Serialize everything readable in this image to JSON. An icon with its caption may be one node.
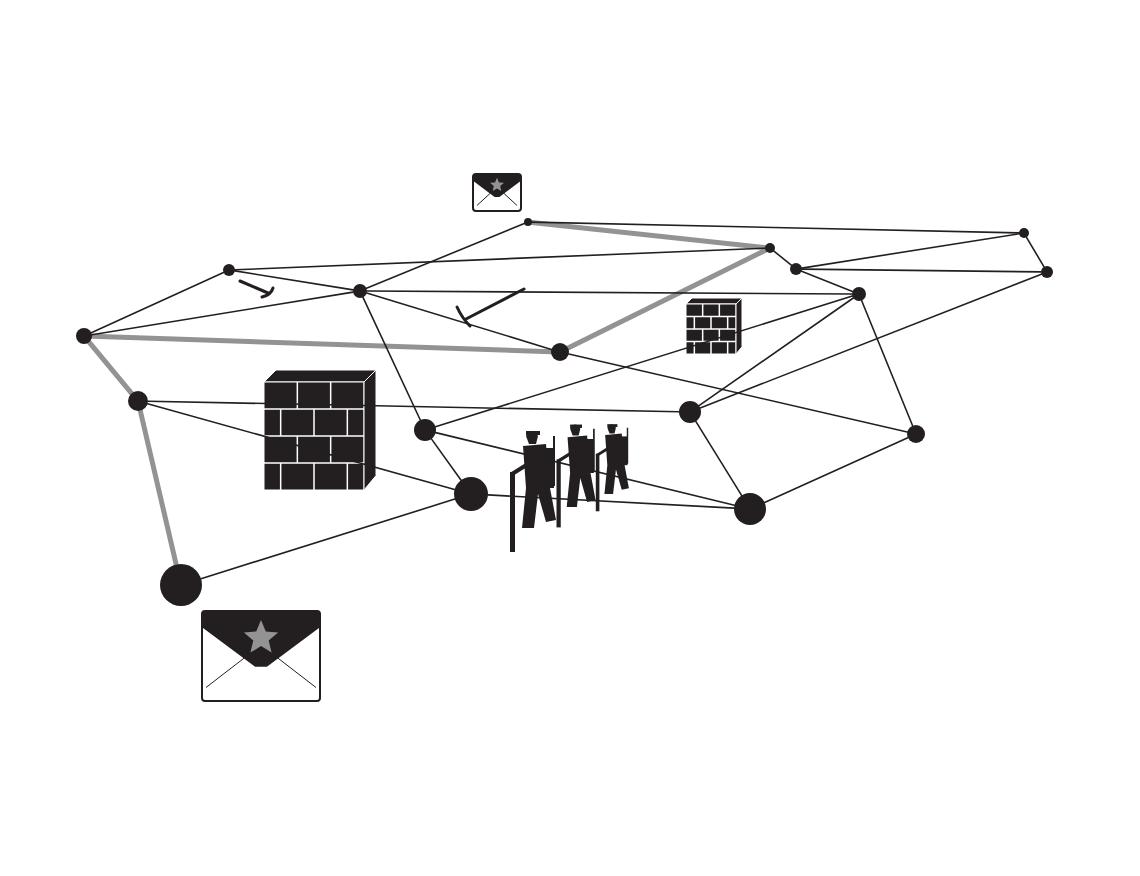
{
  "diagram": {
    "nodes": [
      {
        "text": [],
        "shape": "circle"
      },
      {
        "text": [],
        "shape": "circle"
      },
      {
        "text": [],
        "shape": "circle"
      },
      {
        "text": [],
        "shape": "circle"
      },
      {
        "text": [],
        "shape": "circle"
      },
      {
        "text": [],
        "shape": "circle"
      },
      {
        "text": [],
        "shape": "circle"
      },
      {
        "text": [],
        "shape": "circle"
      },
      {
        "text": [],
        "shape": "circle"
      },
      {
        "text": [],
        "shape": "circle"
      },
      {
        "text": [],
        "shape": "circle"
      },
      {
        "text": [],
        "shape": "circle"
      },
      {
        "text": [],
        "shape": "circle"
      },
      {
        "text": [],
        "shape": "circle"
      },
      {
        "text": [],
        "shape": "circle"
      },
      {
        "text": [],
        "shape": "circle"
      },
      {
        "text": [],
        "shape": "circle"
      }
    ],
    "edges": [
      {
        "from": 0,
        "to": 2,
        "arrow": "none",
        "style": "thick",
        "color": "#939393"
      },
      {
        "from": 2,
        "to": 9,
        "arrow": "none",
        "style": "thick",
        "color": "#939393"
      },
      {
        "from": 9,
        "to": 8,
        "arrow": "none",
        "style": "thick",
        "color": "#939393"
      },
      {
        "from": 8,
        "to": 10,
        "arrow": "none",
        "style": "thick",
        "color": "#939393"
      },
      {
        "from": 10,
        "to": 16,
        "arrow": "none",
        "style": "thick",
        "color": "#939393"
      },
      {
        "from": 0,
        "to": 1,
        "arrow": "none"
      },
      {
        "from": 1,
        "to": 5,
        "arrow": "none"
      },
      {
        "from": 2,
        "to": 4,
        "arrow": "none"
      },
      {
        "from": 4,
        "to": 1,
        "arrow": "none"
      },
      {
        "from": 4,
        "to": 5,
        "arrow": "none"
      },
      {
        "from": 4,
        "to": 7,
        "arrow": "none"
      },
      {
        "from": 3,
        "to": 2,
        "arrow": "none"
      },
      {
        "from": 3,
        "to": 8,
        "arrow": "none"
      },
      {
        "from": 3,
        "to": 6,
        "arrow": "none"
      },
      {
        "from": 8,
        "to": 6,
        "arrow": "none"
      },
      {
        "from": 6,
        "to": 0,
        "arrow": "none"
      },
      {
        "from": 6,
        "to": 7,
        "arrow": "none"
      },
      {
        "from": 6,
        "to": 9,
        "arrow": "none"
      },
      {
        "from": 9,
        "to": 13,
        "arrow": "none"
      },
      {
        "from": 6,
        "to": 12,
        "arrow": "none"
      },
      {
        "from": 12,
        "to": 14,
        "arrow": "none"
      },
      {
        "from": 12,
        "to": 7,
        "arrow": "none"
      },
      {
        "from": 12,
        "to": 15,
        "arrow": "none"
      },
      {
        "from": 10,
        "to": 11,
        "arrow": "none"
      },
      {
        "from": 10,
        "to": 14,
        "arrow": "none"
      },
      {
        "from": 11,
        "to": 7,
        "arrow": "none"
      },
      {
        "from": 11,
        "to": 5,
        "arrow": "none"
      },
      {
        "from": 11,
        "to": 15,
        "arrow": "none"
      },
      {
        "from": 7,
        "to": 13,
        "arrow": "none"
      },
      {
        "from": 13,
        "to": 15,
        "arrow": "none"
      },
      {
        "from": 14,
        "to": 15,
        "arrow": "none"
      },
      {
        "from": 14,
        "to": 16,
        "arrow": "none"
      }
    ]
  }
}
